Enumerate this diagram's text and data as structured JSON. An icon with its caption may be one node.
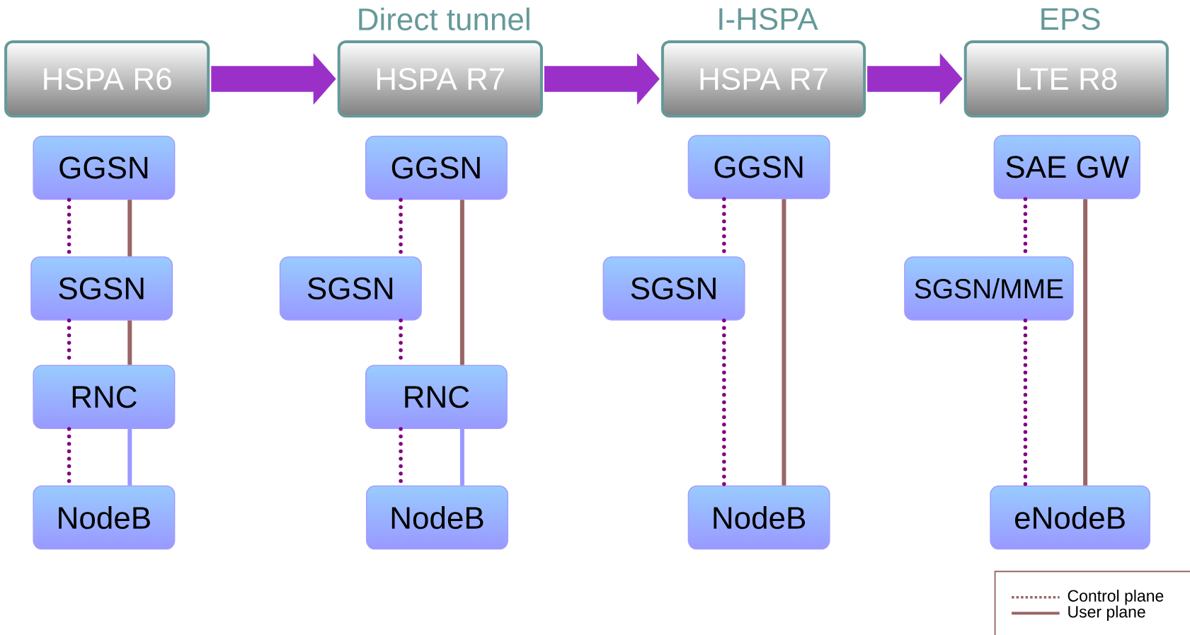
{
  "diagram": {
    "nodes": [
      {
        "text": [
          "HSPA R6"
        ]
      },
      {
        "text": [
          "Direct tunnel",
          "HSPA R7"
        ]
      },
      {
        "text": [
          "I-HSPA",
          "HSPA R7"
        ]
      },
      {
        "text": [
          "EPS",
          "LTE R8"
        ]
      },
      {
        "text": [
          "GGSN"
        ]
      },
      {
        "text": [
          "SGSN"
        ]
      },
      {
        "text": [
          "RNC"
        ]
      },
      {
        "text": [
          "NodeB"
        ]
      },
      {
        "text": [
          "GGSN"
        ]
      },
      {
        "text": [
          "SGSN"
        ]
      },
      {
        "text": [
          "RNC"
        ]
      },
      {
        "text": [
          "NodeB"
        ]
      },
      {
        "text": [
          "GGSN"
        ]
      },
      {
        "text": [
          "SGSN"
        ]
      },
      {
        "text": [
          "NodeB"
        ]
      },
      {
        "text": [
          "SAE GW"
        ]
      },
      {
        "text": [
          "SGSN/MME"
        ]
      },
      {
        "text": [
          "eNodeB"
        ]
      }
    ],
    "edges": [
      {
        "from": 0,
        "to": 1,
        "arrow": "to",
        "style": "thick",
        "color": "#9b30c8"
      },
      {
        "from": 1,
        "to": 2,
        "arrow": "to",
        "style": "thick",
        "color": "#9b30c8"
      },
      {
        "from": 2,
        "to": 3,
        "arrow": "to",
        "style": "thick",
        "color": "#9b30c8"
      },
      {
        "from": 4,
        "to": 5,
        "arrow": "none",
        "style": "dashed"
      },
      {
        "from": 5,
        "to": 6,
        "arrow": "none",
        "style": "dashed"
      },
      {
        "from": 6,
        "to": 7,
        "arrow": "none",
        "style": "dashed"
      },
      {
        "from": 4,
        "to": 5,
        "arrow": "none",
        "color": "#996666"
      },
      {
        "from": 5,
        "to": 6,
        "arrow": "none",
        "color": "#996666"
      },
      {
        "from": 6,
        "to": 7,
        "arrow": "none",
        "color": "#9999ff"
      },
      {
        "from": 8,
        "to": 9,
        "arrow": "none",
        "style": "dashed"
      },
      {
        "from": 9,
        "to": 10,
        "arrow": "none",
        "style": "dashed"
      },
      {
        "from": 10,
        "to": 11,
        "arrow": "none",
        "style": "dashed"
      },
      {
        "from": 8,
        "to": 10,
        "arrow": "none",
        "color": "#996666"
      },
      {
        "from": 10,
        "to": 11,
        "arrow": "none",
        "color": "#9999ff"
      },
      {
        "from": 12,
        "to": 13,
        "arrow": "none",
        "style": "dashed"
      },
      {
        "from": 13,
        "to": 14,
        "arrow": "none",
        "style": "dashed"
      },
      {
        "from": 12,
        "to": 14,
        "arrow": "none",
        "color": "#996666"
      },
      {
        "from": 15,
        "to": 16,
        "arrow": "none",
        "style": "dashed"
      },
      {
        "from": 16,
        "to": 17,
        "arrow": "none",
        "style": "dashed"
      },
      {
        "from": 15,
        "to": 17,
        "arrow": "none",
        "color": "#996666"
      }
    ],
    "legend": [
      {
        "text": "Control plane"
      },
      {
        "text": "User plane"
      }
    ]
  }
}
